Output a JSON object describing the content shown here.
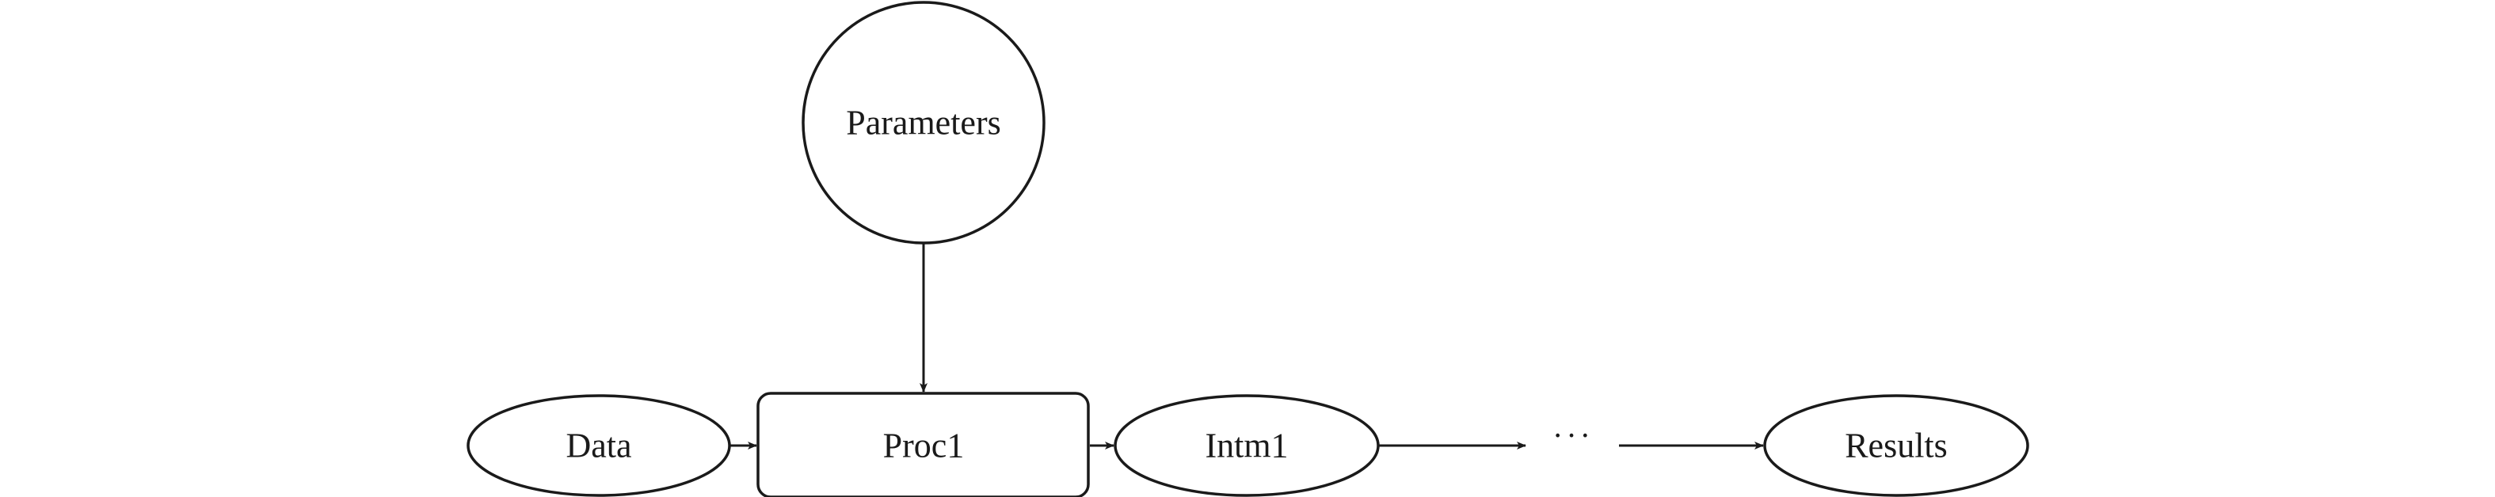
{
  "diagram": {
    "nodes": {
      "parameters": {
        "label": "Parameters",
        "shape": "circle"
      },
      "data": {
        "label": "Data",
        "shape": "ellipse"
      },
      "proc1": {
        "label": "Proc1",
        "shape": "rounded-rectangle"
      },
      "intm1": {
        "label": "Intm1",
        "shape": "ellipse"
      },
      "ellipsis": {
        "label": "···",
        "shape": "none"
      },
      "results": {
        "label": "Results",
        "shape": "ellipse"
      }
    },
    "edges": [
      {
        "from": "parameters",
        "to": "proc1"
      },
      {
        "from": "data",
        "to": "proc1"
      },
      {
        "from": "proc1",
        "to": "intm1"
      },
      {
        "from": "intm1",
        "to": "ellipsis"
      },
      {
        "from": "ellipsis",
        "to": "results"
      }
    ],
    "colors": {
      "stroke": "#1a1a1a",
      "fill": "#ffffff",
      "background": "#ffffff"
    }
  }
}
